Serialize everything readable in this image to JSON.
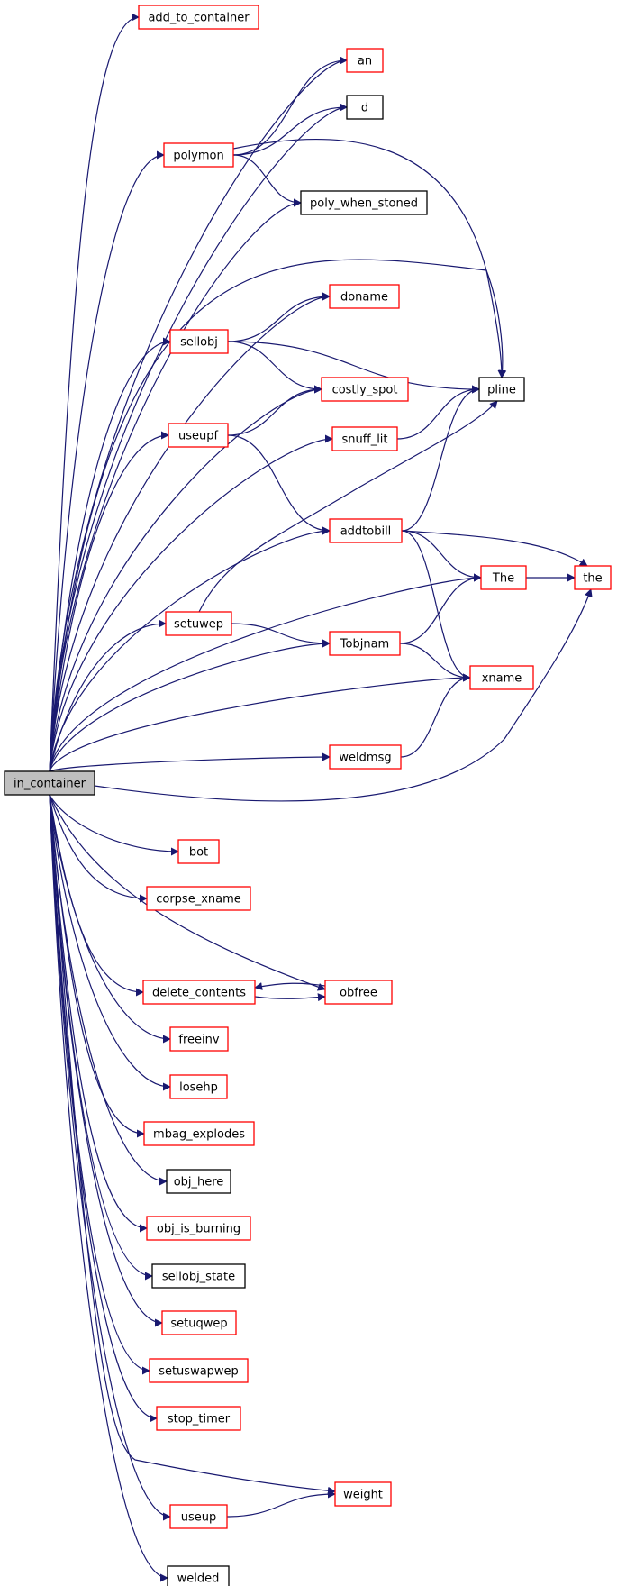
{
  "colors": {
    "edge": "#191970",
    "box_red": "#ff0000",
    "box_black": "#000000",
    "root_fill": "#bfbfbf"
  },
  "nodes": {
    "in_container": {
      "label": "in_container",
      "style": "root"
    },
    "add_to_container": {
      "label": "add_to_container",
      "style": "red"
    },
    "an": {
      "label": "an",
      "style": "red"
    },
    "d": {
      "label": "d",
      "style": "black"
    },
    "polymon": {
      "label": "polymon",
      "style": "red"
    },
    "poly_when_stoned": {
      "label": "poly_when_stoned",
      "style": "black"
    },
    "doname": {
      "label": "doname",
      "style": "red"
    },
    "sellobj": {
      "label": "sellobj",
      "style": "red"
    },
    "pline": {
      "label": "pline",
      "style": "black"
    },
    "costly_spot": {
      "label": "costly_spot",
      "style": "red"
    },
    "useupf": {
      "label": "useupf",
      "style": "red"
    },
    "snuff_lit": {
      "label": "snuff_lit",
      "style": "red"
    },
    "addtobill": {
      "label": "addtobill",
      "style": "red"
    },
    "The": {
      "label": "The",
      "style": "red"
    },
    "the": {
      "label": "the",
      "style": "red"
    },
    "setuwep": {
      "label": "setuwep",
      "style": "red"
    },
    "Tobjnam": {
      "label": "Tobjnam",
      "style": "red"
    },
    "xname": {
      "label": "xname",
      "style": "red"
    },
    "weldmsg": {
      "label": "weldmsg",
      "style": "red"
    },
    "bot": {
      "label": "bot",
      "style": "red"
    },
    "corpse_xname": {
      "label": "corpse_xname",
      "style": "red"
    },
    "delete_contents": {
      "label": "delete_contents",
      "style": "red"
    },
    "obfree": {
      "label": "obfree",
      "style": "red"
    },
    "freeinv": {
      "label": "freeinv",
      "style": "red"
    },
    "losehp": {
      "label": "losehp",
      "style": "red"
    },
    "mbag_explodes": {
      "label": "mbag_explodes",
      "style": "red"
    },
    "obj_here": {
      "label": "obj_here",
      "style": "black"
    },
    "obj_is_burning": {
      "label": "obj_is_burning",
      "style": "red"
    },
    "sellobj_state": {
      "label": "sellobj_state",
      "style": "black"
    },
    "setuqwep": {
      "label": "setuqwep",
      "style": "red"
    },
    "setuswapwep": {
      "label": "setuswapwep",
      "style": "red"
    },
    "stop_timer": {
      "label": "stop_timer",
      "style": "red"
    },
    "weight": {
      "label": "weight",
      "style": "red"
    },
    "useup": {
      "label": "useup",
      "style": "red"
    },
    "welded": {
      "label": "welded",
      "style": "black"
    }
  },
  "edges": [
    [
      "in_container",
      "add_to_container"
    ],
    [
      "in_container",
      "an"
    ],
    [
      "in_container",
      "d"
    ],
    [
      "in_container",
      "polymon"
    ],
    [
      "in_container",
      "poly_when_stoned"
    ],
    [
      "in_container",
      "pline"
    ],
    [
      "in_container",
      "doname"
    ],
    [
      "in_container",
      "sellobj"
    ],
    [
      "in_container",
      "costly_spot"
    ],
    [
      "in_container",
      "useupf"
    ],
    [
      "in_container",
      "snuff_lit"
    ],
    [
      "in_container",
      "addtobill"
    ],
    [
      "in_container",
      "The"
    ],
    [
      "in_container",
      "setuwep"
    ],
    [
      "in_container",
      "Tobjnam"
    ],
    [
      "in_container",
      "xname"
    ],
    [
      "in_container",
      "weldmsg"
    ],
    [
      "in_container",
      "the"
    ],
    [
      "in_container",
      "bot"
    ],
    [
      "in_container",
      "corpse_xname"
    ],
    [
      "in_container",
      "obfree"
    ],
    [
      "in_container",
      "delete_contents"
    ],
    [
      "in_container",
      "freeinv"
    ],
    [
      "in_container",
      "losehp"
    ],
    [
      "in_container",
      "mbag_explodes"
    ],
    [
      "in_container",
      "obj_here"
    ],
    [
      "in_container",
      "obj_is_burning"
    ],
    [
      "in_container",
      "sellobj_state"
    ],
    [
      "in_container",
      "setuqwep"
    ],
    [
      "in_container",
      "setuswapwep"
    ],
    [
      "in_container",
      "stop_timer"
    ],
    [
      "in_container",
      "weight"
    ],
    [
      "in_container",
      "useup"
    ],
    [
      "in_container",
      "welded"
    ],
    [
      "polymon",
      "an"
    ],
    [
      "polymon",
      "d"
    ],
    [
      "polymon",
      "pline"
    ],
    [
      "polymon",
      "poly_when_stoned"
    ],
    [
      "sellobj",
      "doname"
    ],
    [
      "sellobj",
      "pline"
    ],
    [
      "sellobj",
      "costly_spot"
    ],
    [
      "useupf",
      "costly_spot"
    ],
    [
      "useupf",
      "addtobill"
    ],
    [
      "snuff_lit",
      "pline"
    ],
    [
      "addtobill",
      "pline"
    ],
    [
      "addtobill",
      "The"
    ],
    [
      "addtobill",
      "the"
    ],
    [
      "addtobill",
      "xname"
    ],
    [
      "setuwep",
      "pline"
    ],
    [
      "setuwep",
      "Tobjnam"
    ],
    [
      "Tobjnam",
      "The"
    ],
    [
      "Tobjnam",
      "xname"
    ],
    [
      "The",
      "the"
    ],
    [
      "weldmsg",
      "xname"
    ],
    [
      "delete_contents",
      "obfree"
    ],
    [
      "obfree",
      "delete_contents"
    ],
    [
      "useup",
      "weight"
    ]
  ]
}
